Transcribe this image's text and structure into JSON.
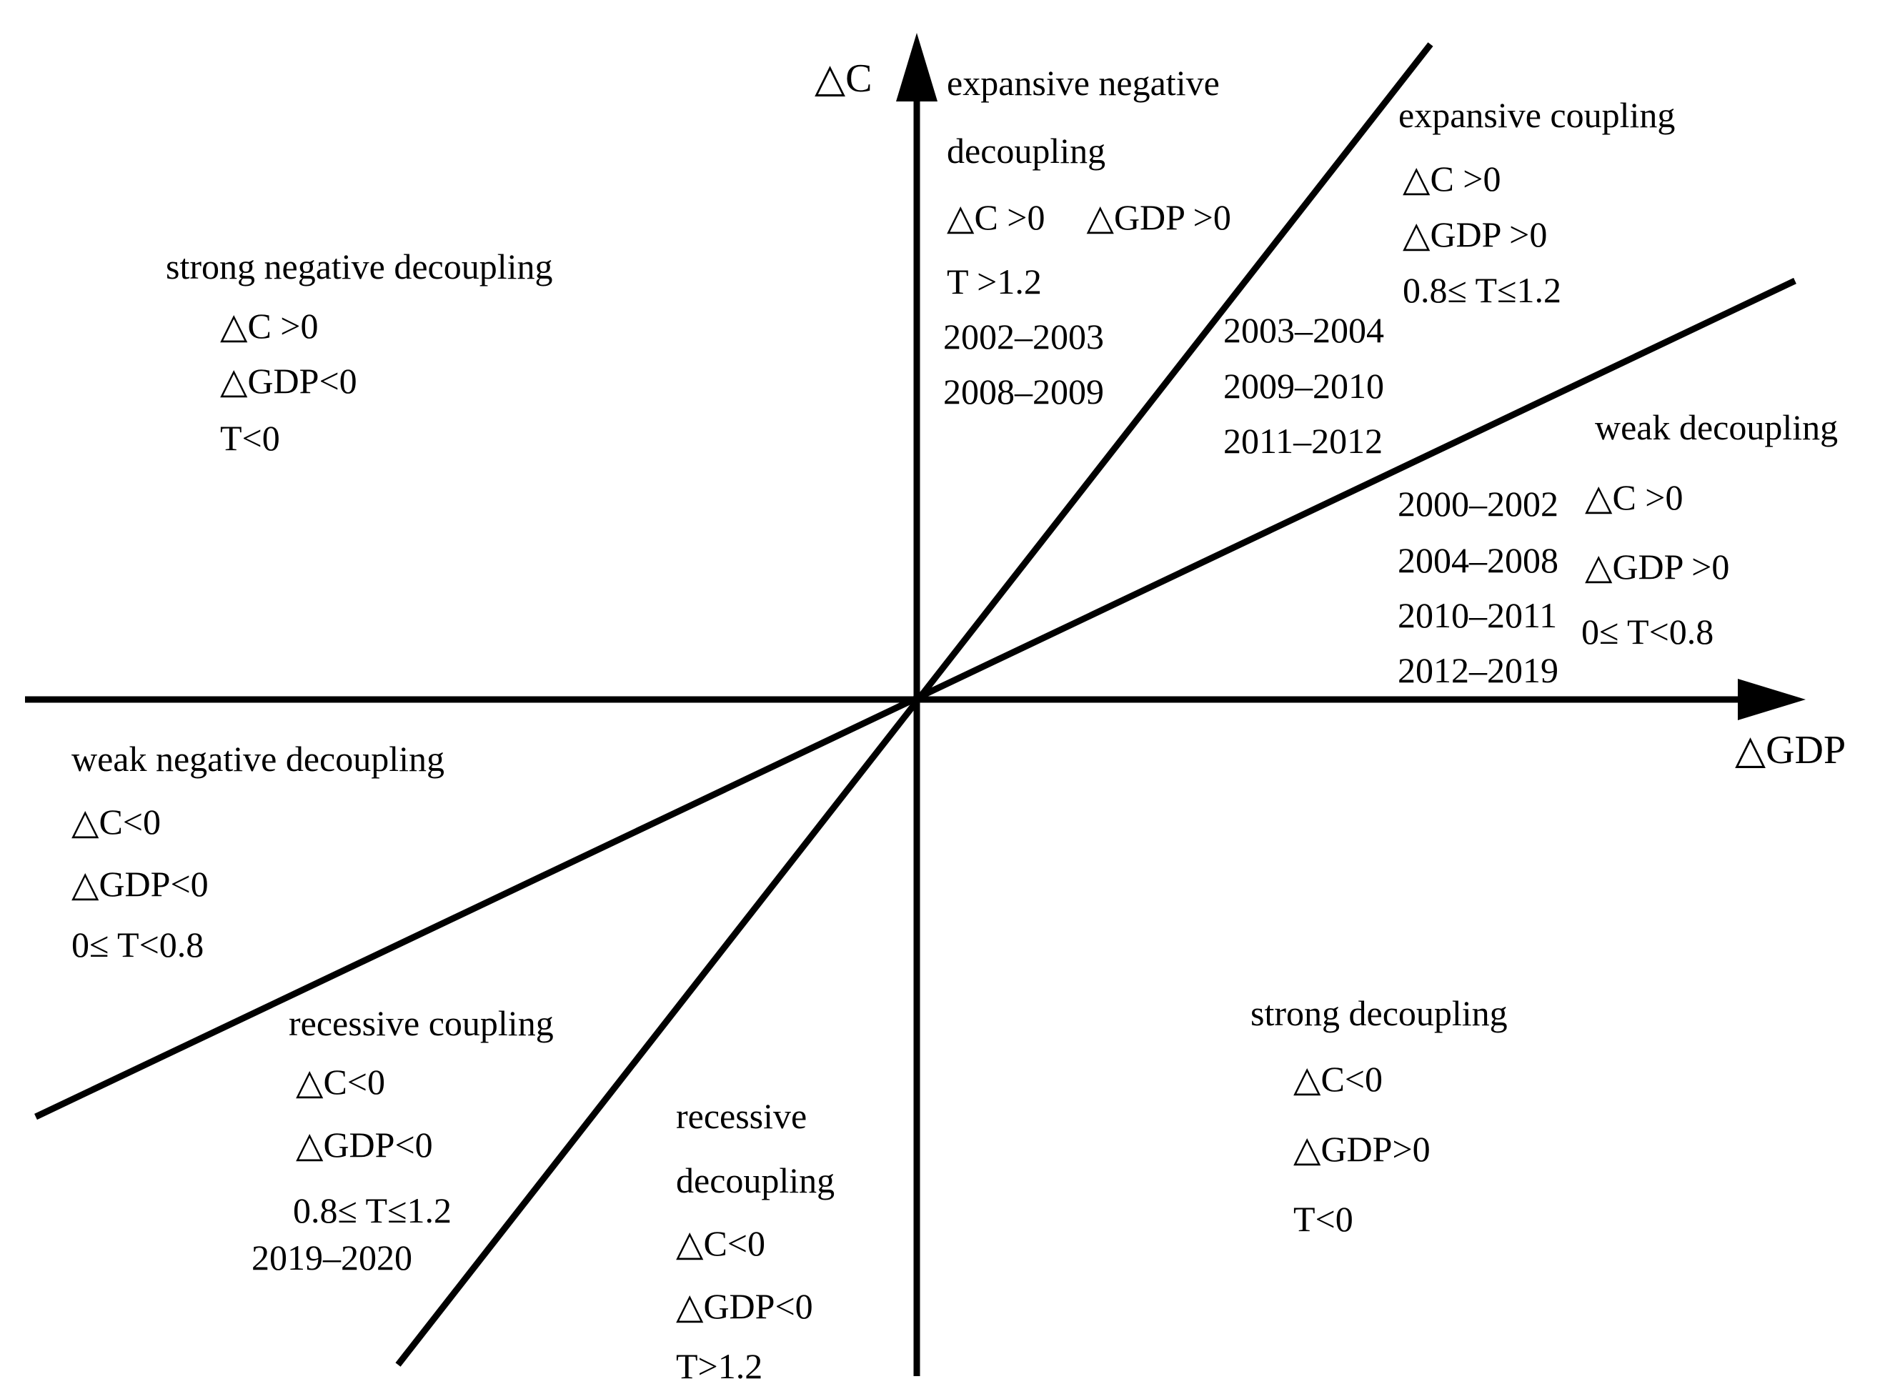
{
  "axes": {
    "y_label": "△C",
    "x_label": "△GDP"
  },
  "colors": {
    "ink": "#000000",
    "background": "#ffffff"
  },
  "regions": [
    {
      "id": "expansive-negative-decoupling",
      "title_lines": [
        "expansive negative",
        "decoupling"
      ],
      "conditions": [
        "△C >0",
        "△GDP >0",
        "T >1.2"
      ],
      "years": [
        "2002–2003",
        "2008–2009"
      ]
    },
    {
      "id": "expansive-coupling",
      "title_lines": [
        "expansive coupling"
      ],
      "conditions": [
        "△C >0",
        "△GDP >0",
        "0.8≤ T≤1.2"
      ],
      "years": [
        "2003–2004",
        "2009–2010",
        "2011–2012"
      ]
    },
    {
      "id": "weak-decoupling",
      "title_lines": [
        "weak decoupling"
      ],
      "conditions": [
        "△C >0",
        "△GDP >0",
        "0≤ T<0.8"
      ],
      "years": [
        "2000–2002",
        "2004–2008",
        "2010–2011",
        "2012–2019"
      ]
    },
    {
      "id": "strong-negative-decoupling",
      "title_lines": [
        "strong negative decoupling"
      ],
      "conditions": [
        "△C >0",
        "△GDP<0",
        "T<0"
      ],
      "years": []
    },
    {
      "id": "weak-negative-decoupling",
      "title_lines": [
        "weak negative decoupling"
      ],
      "conditions": [
        "△C<0",
        "△GDP<0",
        "0≤ T<0.8"
      ],
      "years": []
    },
    {
      "id": "recessive-coupling",
      "title_lines": [
        "recessive coupling"
      ],
      "conditions": [
        "△C<0",
        "△GDP<0",
        "0.8≤ T≤1.2"
      ],
      "years": [
        "2019–2020"
      ]
    },
    {
      "id": "recessive-decoupling",
      "title_lines": [
        "recessive",
        "decoupling"
      ],
      "conditions": [
        "△C<0",
        "△GDP<0",
        "T>1.2"
      ],
      "years": []
    },
    {
      "id": "strong-decoupling",
      "title_lines": [
        "strong decoupling"
      ],
      "conditions": [
        "△C<0",
        "△GDP>0",
        "T<0"
      ],
      "years": []
    }
  ]
}
